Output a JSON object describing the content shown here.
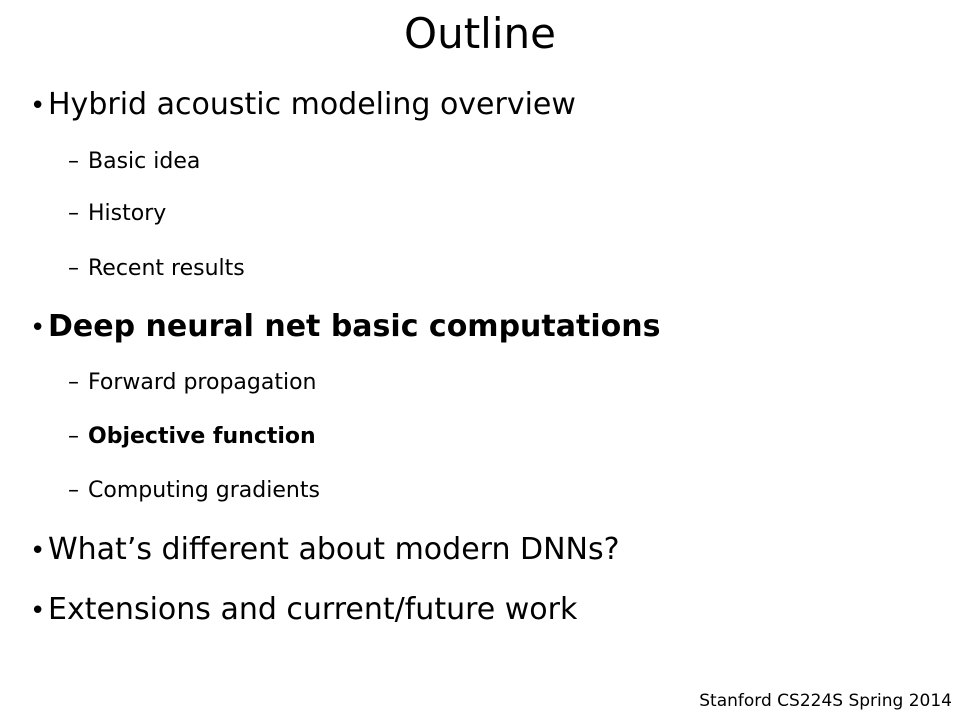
{
  "slide": {
    "title": "Outline",
    "footer": "Stanford CS224S Spring 2014",
    "bullet_glyph": "•",
    "dash_glyph": "–"
  },
  "outline": [
    {
      "text": "Hybrid acoustic modeling overview",
      "level": 1,
      "bold": false
    },
    {
      "text": "Basic idea",
      "level": 2,
      "bold": false
    },
    {
      "text": "History",
      "level": 2,
      "bold": false
    },
    {
      "text": "Recent results",
      "level": 2,
      "bold": false
    },
    {
      "text": "Deep neural net basic computations",
      "level": 1,
      "bold": true
    },
    {
      "text": "Forward propagation",
      "level": 2,
      "bold": false
    },
    {
      "text": "Objective function",
      "level": 2,
      "bold": true
    },
    {
      "text": "Computing gradients",
      "level": 2,
      "bold": false
    },
    {
      "text": "What’s different about modern DNNs?",
      "level": 1,
      "bold": false
    },
    {
      "text": "Extensions and current/future work",
      "level": 1,
      "bold": false
    }
  ]
}
